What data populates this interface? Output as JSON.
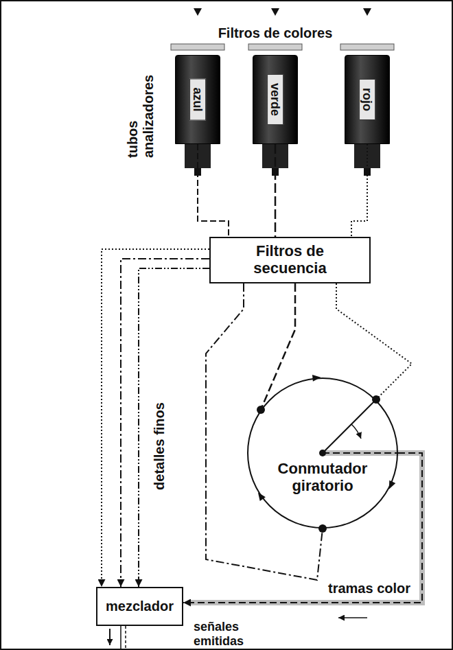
{
  "diagram": {
    "nodes": [
      {
        "text": [
          "azul"
        ]
      },
      {
        "text": [
          "verde"
        ]
      },
      {
        "text": [
          "rojo"
        ]
      },
      {
        "text": [
          "Filtros de secuencia"
        ]
      },
      {
        "text": [
          "Conmutador giratorio"
        ]
      },
      {
        "text": [
          "mezclador"
        ]
      }
    ],
    "edges": [
      {
        "from": 0,
        "to": 3,
        "arrow": "none"
      },
      {
        "from": 1,
        "to": 3,
        "arrow": "none"
      },
      {
        "from": 2,
        "to": 3,
        "arrow": "none"
      },
      {
        "from": 3,
        "to": 4,
        "arrow": "none"
      },
      {
        "from": 3,
        "to": 4,
        "arrow": "none"
      },
      {
        "from": 3,
        "to": 4,
        "arrow": "none"
      },
      {
        "from": 3,
        "to": 5,
        "arrow": "to"
      },
      {
        "from": 3,
        "to": 5,
        "arrow": "to"
      },
      {
        "from": 3,
        "to": 5,
        "arrow": "to"
      },
      {
        "from": 4,
        "to": 5,
        "label": "tramas color",
        "arrow": "to"
      }
    ],
    "labels": [
      "Filtros de colores",
      "tubos analizadores",
      "detalles finos",
      "señales emitidas"
    ]
  }
}
